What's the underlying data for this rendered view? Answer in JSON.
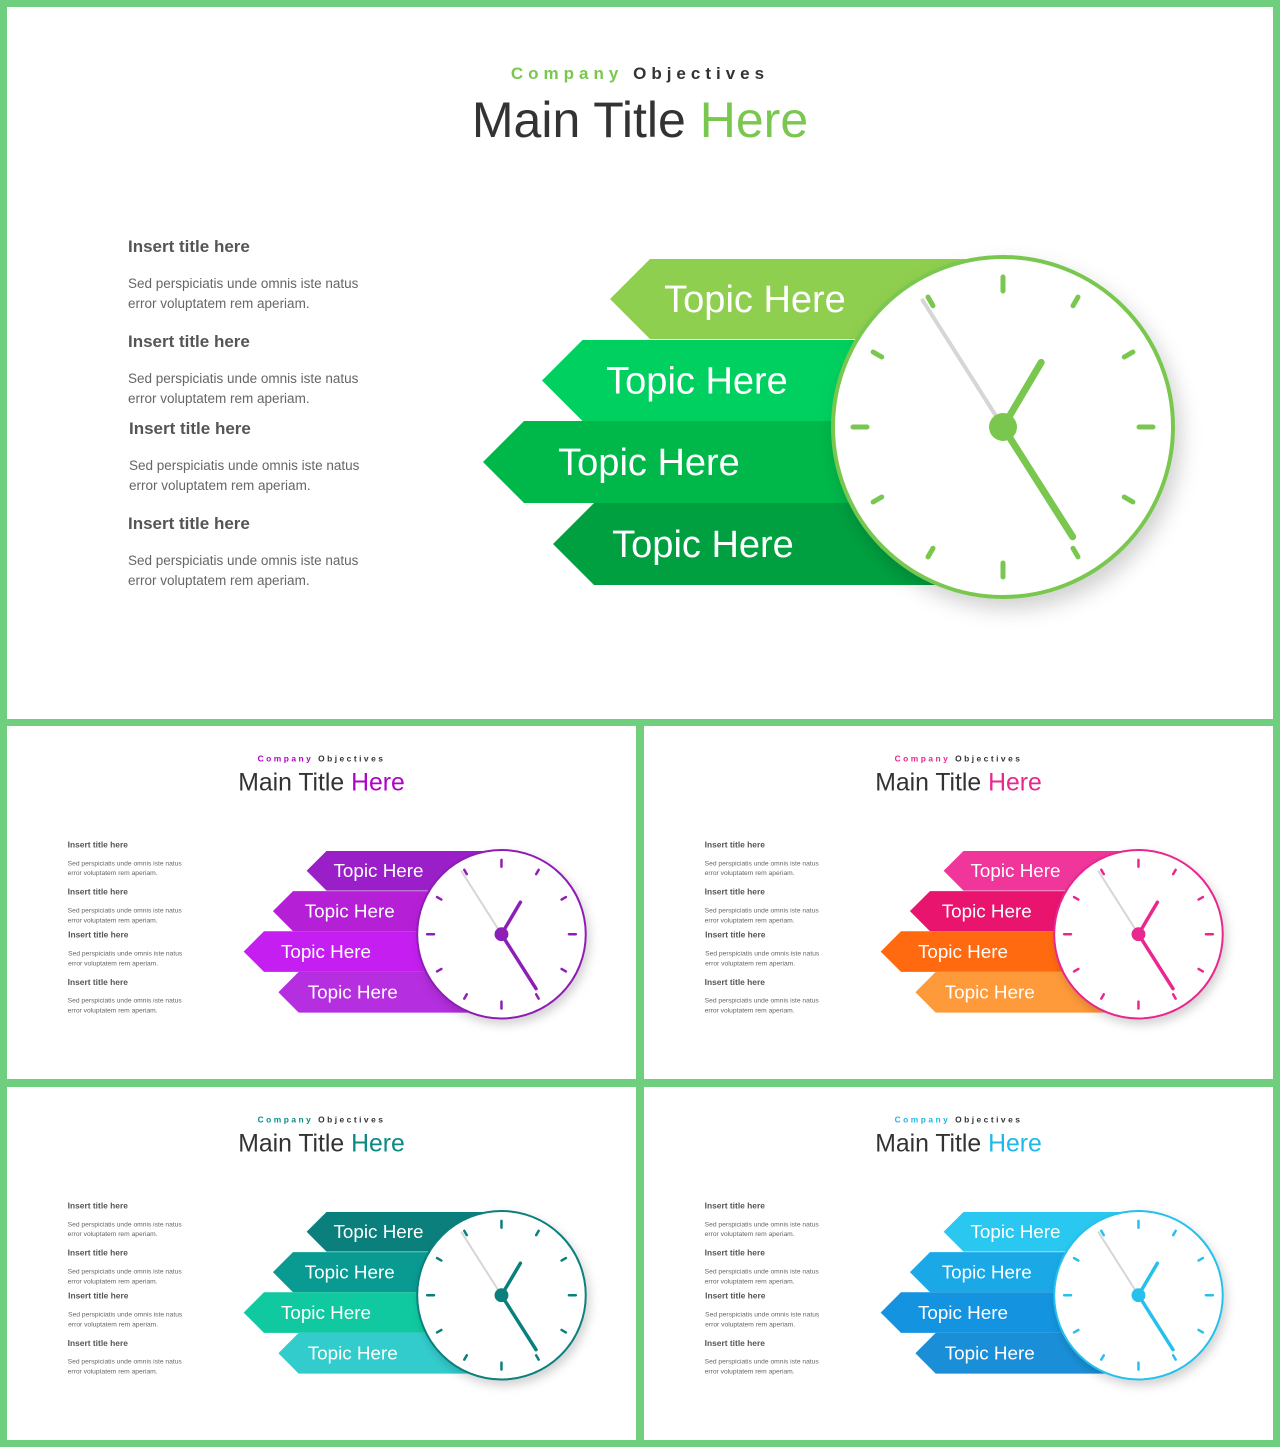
{
  "slides": [
    {
      "name": "slide-green",
      "kicker_left": "Company",
      "kicker_right": "Objectives",
      "title_dark": "Main Title",
      "title_accent": "Here",
      "accent": "#7ac74f",
      "clock_color": "#7ac74f",
      "band_colors": [
        "#8fcf4f",
        "#00d060",
        "#00b84a",
        "#00a040"
      ],
      "topics": [
        "Topic Here",
        "Topic Here",
        "Topic Here",
        "Topic Here"
      ],
      "items": [
        {
          "title": "Insert title here",
          "line1": "Sed perspiciatis unde omnis iste natus",
          "line2": "error voluptatem  rem aperiam."
        },
        {
          "title": "Insert title here",
          "line1": "Sed perspiciatis unde omnis iste natus",
          "line2": "error voluptatem  rem aperiam."
        },
        {
          "title": "Insert title here",
          "line1": "Sed perspiciatis unde omnis iste natus",
          "line2": "error voluptatem  rem aperiam."
        },
        {
          "title": "Insert title here",
          "line1": "Sed perspiciatis unde omnis iste natus",
          "line2": "error voluptatem  rem aperiam."
        }
      ]
    },
    {
      "name": "slide-purple",
      "kicker_left": "Company",
      "kicker_right": "Objectives",
      "title_dark": "Main Title",
      "title_accent": "Here",
      "accent": "#b100c8",
      "clock_color": "#8e1fb5",
      "band_colors": [
        "#9a1fc8",
        "#b51fd6",
        "#c41ff0",
        "#b52ee0"
      ],
      "topics": [
        "Topic Here",
        "Topic Here",
        "Topic Here",
        "Topic Here"
      ],
      "items": [
        {
          "title": "Insert title here",
          "line1": "Sed perspiciatis unde omnis iste natus",
          "line2": "error voluptatem  rem aperiam."
        },
        {
          "title": "Insert title here",
          "line1": "Sed perspiciatis unde omnis iste natus",
          "line2": "error voluptatem  rem aperiam."
        },
        {
          "title": "Insert title here",
          "line1": "Sed perspiciatis unde omnis iste natus",
          "line2": "error voluptatem  rem aperiam."
        },
        {
          "title": "Insert title here",
          "line1": "Sed perspiciatis unde omnis iste natus",
          "line2": "error voluptatem  rem aperiam."
        }
      ]
    },
    {
      "name": "slide-pink",
      "kicker_left": "Company",
      "kicker_right": "Objectives",
      "title_dark": "Main Title",
      "title_accent": "Here",
      "accent": "#e8288e",
      "clock_color": "#e8288e",
      "band_colors": [
        "#f0369a",
        "#e8146e",
        "#ff6a10",
        "#ff9a3a"
      ],
      "topics": [
        "Topic Here",
        "Topic Here",
        "Topic Here",
        "Topic Here"
      ],
      "items": [
        {
          "title": "Insert title here",
          "line1": "Sed perspiciatis unde omnis iste natus",
          "line2": "error voluptatem  rem aperiam."
        },
        {
          "title": "Insert title here",
          "line1": "Sed perspiciatis unde omnis iste natus",
          "line2": "error voluptatem  rem aperiam."
        },
        {
          "title": "Insert title here",
          "line1": "Sed perspiciatis unde omnis iste natus",
          "line2": "error voluptatem  rem aperiam."
        },
        {
          "title": "Insert title here",
          "line1": "Sed perspiciatis unde omnis iste natus",
          "line2": "error voluptatem  rem aperiam."
        }
      ]
    },
    {
      "name": "slide-teal",
      "kicker_left": "Company",
      "kicker_right": "Objectives",
      "title_dark": "Main Title",
      "title_accent": "Here",
      "accent": "#0a8a86",
      "clock_color": "#0a7f7c",
      "band_colors": [
        "#0a7f7c",
        "#099a92",
        "#10c9a0",
        "#33cccc"
      ],
      "topics": [
        "Topic Here",
        "Topic Here",
        "Topic Here",
        "Topic Here"
      ],
      "items": [
        {
          "title": "Insert title here",
          "line1": "Sed perspiciatis unde omnis iste natus",
          "line2": "error voluptatem  rem aperiam."
        },
        {
          "title": "Insert title here",
          "line1": "Sed perspiciatis unde omnis iste natus",
          "line2": "error voluptatem  rem aperiam."
        },
        {
          "title": "Insert title here",
          "line1": "Sed perspiciatis unde omnis iste natus",
          "line2": "error voluptatem  rem aperiam."
        },
        {
          "title": "Insert title here",
          "line1": "Sed perspiciatis unde omnis iste natus",
          "line2": "error voluptatem  rem aperiam."
        }
      ]
    },
    {
      "name": "slide-blue",
      "kicker_left": "Company",
      "kicker_right": "Objectives",
      "title_dark": "Main Title",
      "title_accent": "Here",
      "accent": "#1fb8e8",
      "clock_color": "#26c0ec",
      "band_colors": [
        "#2ac8f0",
        "#1aa8e6",
        "#1494e0",
        "#1a8fd8"
      ],
      "topics": [
        "Topic Here",
        "Topic Here",
        "Topic Here",
        "Topic Here"
      ],
      "items": [
        {
          "title": "Insert title here",
          "line1": "Sed perspiciatis unde omnis iste natus",
          "line2": "error voluptatem  rem aperiam."
        },
        {
          "title": "Insert title here",
          "line1": "Sed perspiciatis unde omnis iste natus",
          "line2": "error voluptatem  rem aperiam."
        },
        {
          "title": "Insert title here",
          "line1": "Sed perspiciatis unde omnis iste natus",
          "line2": "error voluptatem  rem aperiam."
        },
        {
          "title": "Insert title here",
          "line1": "Sed perspiciatis unde omnis iste natus",
          "line2": "error voluptatem  rem aperiam."
        }
      ]
    }
  ]
}
